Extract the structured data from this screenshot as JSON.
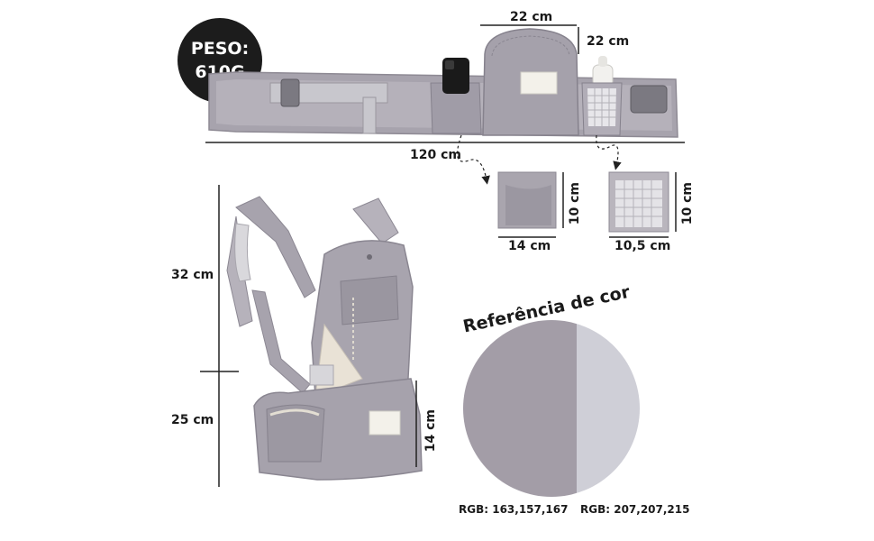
{
  "weight": {
    "line1": "PESO:",
    "line2": "610G"
  },
  "belt": {
    "width_label": "120 cm",
    "pouch_width_label": "22 cm",
    "pouch_height_label": "22 cm"
  },
  "pockets": {
    "left": {
      "width_label": "14 cm",
      "height_label": "10 cm"
    },
    "right": {
      "width_label": "10,5 cm",
      "height_label": "10 cm"
    }
  },
  "carrier": {
    "upper_height_label": "32 cm",
    "lower_height_label": "25 cm",
    "seat_height_label": "14 cm"
  },
  "color_reference": {
    "title": "Referência de cor",
    "left_rgb_label": "RGB: 163,157,167",
    "right_rgb_label": "RGB: 207,207,215",
    "left_color": "#a39da7",
    "right_color": "#cfcfd7"
  }
}
